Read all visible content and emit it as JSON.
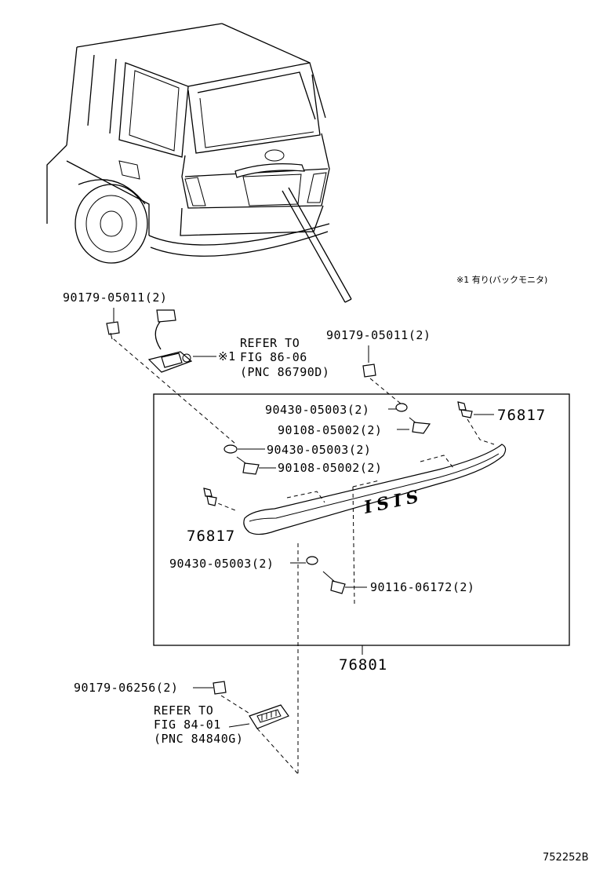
{
  "labels": {
    "clip_top_left": "90179-05011(2)",
    "clip_top_right": "90179-05011(2)",
    "refer_camera_line1": "REFER TO",
    "refer_camera_line2": "FIG 86-06",
    "refer_camera_line3": "(PNC 86790D)",
    "camera_marker": "※1",
    "note_option": "※1 有り(バックモニタ)",
    "washer_upper": "90430-05003(2)",
    "screw_upper": "90108-05002(2)",
    "washer_mid": "90430-05003(2)",
    "screw_mid": "90108-05002(2)",
    "end_cap_right": "76817",
    "end_cap_left": "76817",
    "washer_lower": "90430-05003(2)",
    "bolt_lower": "90116-06172(2)",
    "garnish_assy": "76801",
    "clip_lamp": "90179-06256(2)",
    "refer_lamp_line1": "REFER TO",
    "refer_lamp_line2": "FIG 84-01",
    "refer_lamp_line3": "(PNC 84840G)",
    "emblem": "ISIS",
    "figure_id": "752252B"
  }
}
